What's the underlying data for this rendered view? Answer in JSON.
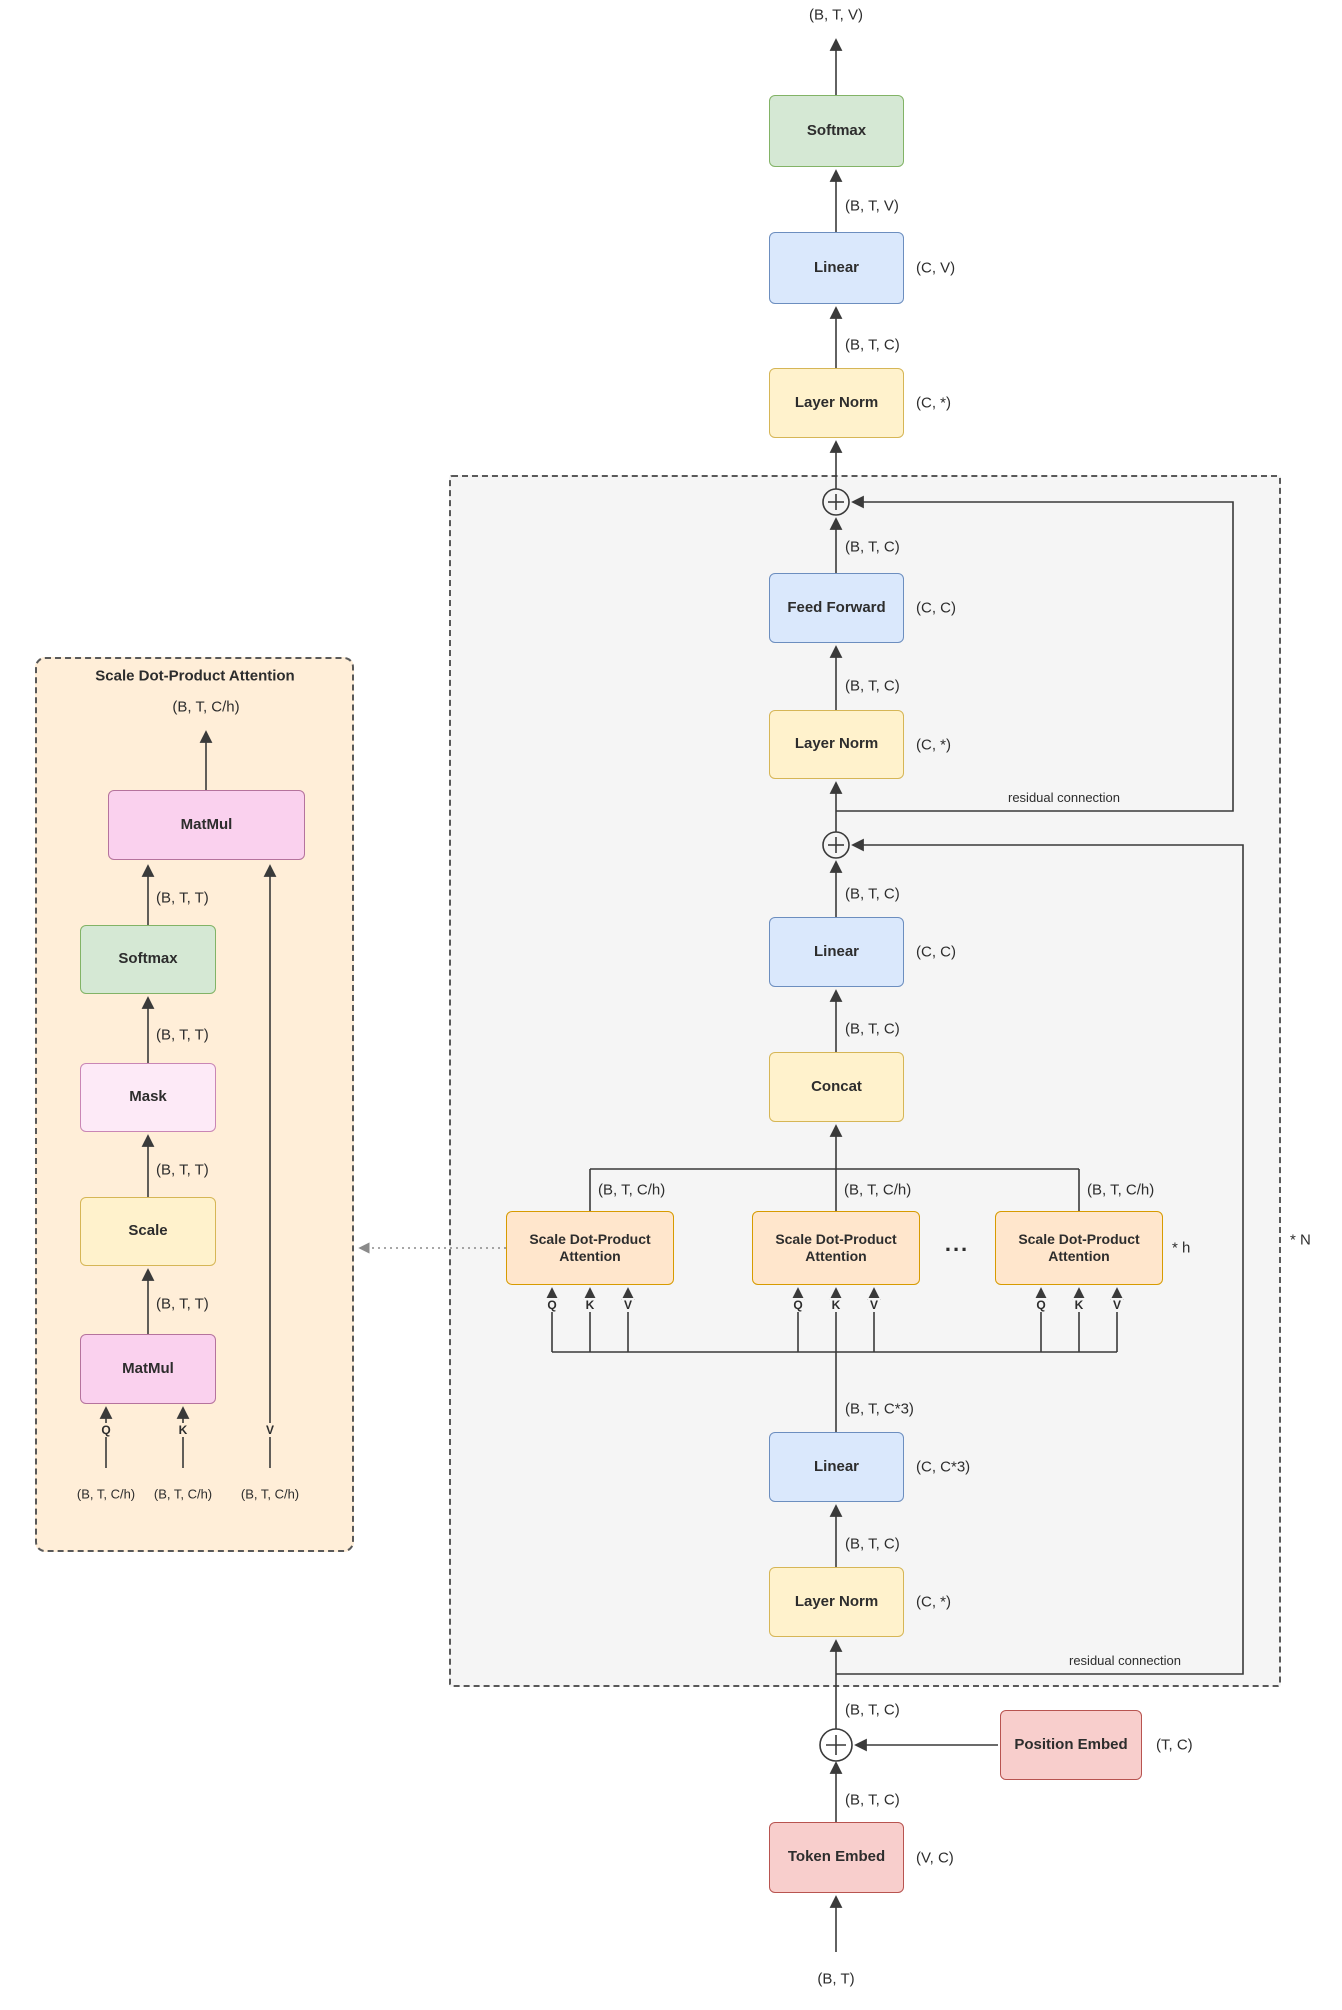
{
  "palette": {
    "softmax_green_fill": "#d5e8d4",
    "softmax_green_border": "#82b366",
    "linear_blue_fill": "#dae8fc",
    "linear_blue_border": "#6c8ebf",
    "norm_yellow_fill": "#fff2cc",
    "norm_yellow_border": "#d6b656",
    "embed_red_fill": "#f8cecc",
    "embed_red_border": "#b85450",
    "attention_tan_fill": "#ffe6cc",
    "attention_tan_border": "#d79b00",
    "matmul_pink_fill": "#fad1ee",
    "matmul_pink_border": "#b5739d",
    "mask_lightpink_fill": "#fdeaf7",
    "block_background": "#f5f5f5",
    "detail_background": "#ffeed8",
    "wire": "#3a3a3a"
  },
  "main": {
    "boxes": {
      "softmax": {
        "label": "Softmax"
      },
      "linear_head": {
        "label": "Linear",
        "param": "(C, V)"
      },
      "layer_norm_final": {
        "label": "Layer Norm",
        "param": "(C, *)"
      },
      "feed_forward": {
        "label": "Feed Forward",
        "param": "(C, C)"
      },
      "layer_norm_2": {
        "label": "Layer Norm",
        "param": "(C, *)"
      },
      "linear_proj": {
        "label": "Linear",
        "param": "(C, C)"
      },
      "concat": {
        "label": "Concat"
      },
      "attn_head_1": {
        "label": "Scale Dot-Product Attention"
      },
      "attn_head_2": {
        "label": "Scale Dot-Product Attention"
      },
      "attn_head_3": {
        "label": "Scale Dot-Product Attention"
      },
      "linear_qkv": {
        "label": "Linear",
        "param": "(C, C*3)"
      },
      "layer_norm_1": {
        "label": "Layer Norm",
        "param": "(C, *)"
      },
      "position_embed": {
        "label": "Position Embed",
        "param": "(T, C)"
      },
      "token_embed": {
        "label": "Token Embed",
        "param": "(V, C)"
      }
    },
    "labels": {
      "output_top": "(B, T, V)",
      "btv": "(B, T, V)",
      "btc1": "(B, T, C)",
      "btc2": "(B, T, C)",
      "btc3": "(B, T, C)",
      "btc4": "(B, T, C)",
      "btc5": "(B, T, C)",
      "btch1": "(B, T, C/h)",
      "btch2": "(B, T, C/h)",
      "btch3": "(B, T, C/h)",
      "btc3x": "(B, T, C*3)",
      "btc6": "(B, T, C)",
      "btc7": "(B, T, C)",
      "btc8": "(B, T, C)",
      "bt": "(B, T)",
      "dots": "...",
      "h_mult": "* h",
      "n_mult": "* N",
      "residual_upper": "residual connection",
      "residual_lower": "residual connection",
      "q": "Q",
      "k": "K",
      "v": "V"
    }
  },
  "detail": {
    "title": "Scale Dot-Product Attention",
    "boxes": {
      "matmul_top": {
        "label": "MatMul"
      },
      "softmax": {
        "label": "Softmax"
      },
      "mask": {
        "label": "Mask"
      },
      "scale": {
        "label": "Scale"
      },
      "matmul_bottom": {
        "label": "MatMul"
      }
    },
    "labels": {
      "out": "(B, T, C/h)",
      "btt1": "(B, T, T)",
      "btt2": "(B, T, T)",
      "btt3": "(B, T, T)",
      "btt4": "(B, T, T)",
      "q": "Q",
      "k": "K",
      "v": "V",
      "q_in": "(B, T, C/h)",
      "k_in": "(B, T, C/h)",
      "v_in": "(B, T, C/h)"
    }
  }
}
